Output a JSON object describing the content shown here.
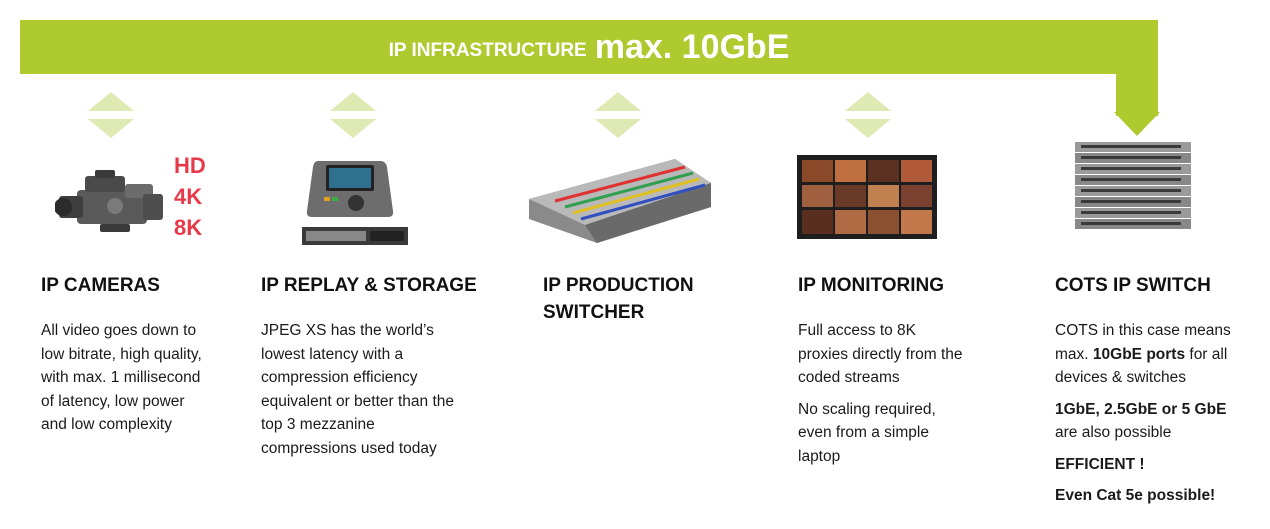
{
  "banner": {
    "prefix": "IP INFRASTRUCTURE",
    "highlight": "max. 10GbE",
    "color": "#afca2e"
  },
  "camera": {
    "resolutions": [
      "HD",
      "4K",
      "8K"
    ],
    "res_color": "#e8394a"
  },
  "columns": [
    {
      "title": "IP CAMERAS",
      "paragraphs": [
        "All video goes down to",
        "low bitrate, high quality,",
        "with max. 1 millisecond",
        "of latency, low power",
        "and low complexity"
      ]
    },
    {
      "title": "IP REPLAY & STORAGE",
      "paragraphs": [
        "JPEG XS has the world’s",
        "lowest latency with a",
        "compression efficiency",
        "equivalent or better than the",
        "top 3 mezzanine",
        "compressions used today"
      ]
    },
    {
      "title_lines": [
        "IP PRODUCTION",
        "SWITCHER"
      ]
    },
    {
      "title": "IP MONITORING",
      "para1": [
        "Full access to 8K",
        "proxies directly from the",
        "coded streams"
      ],
      "para2": [
        "No scaling required,",
        "even from a simple",
        "laptop"
      ]
    },
    {
      "title": "COTS IP SWITCH",
      "line1": "COTS in this case means",
      "line2_pre": "max. ",
      "line2_bold": "10GbE ports",
      "line2_post": " for all",
      "line3": "devices & switches",
      "line4_bold": "1GbE, 2.5GbE or 5 GbE",
      "line5": "are also possible",
      "efficient": "EFFICIENT !",
      "cat5e": "Even Cat 5e possible!",
      "alert_color": "#e0131b"
    }
  ]
}
